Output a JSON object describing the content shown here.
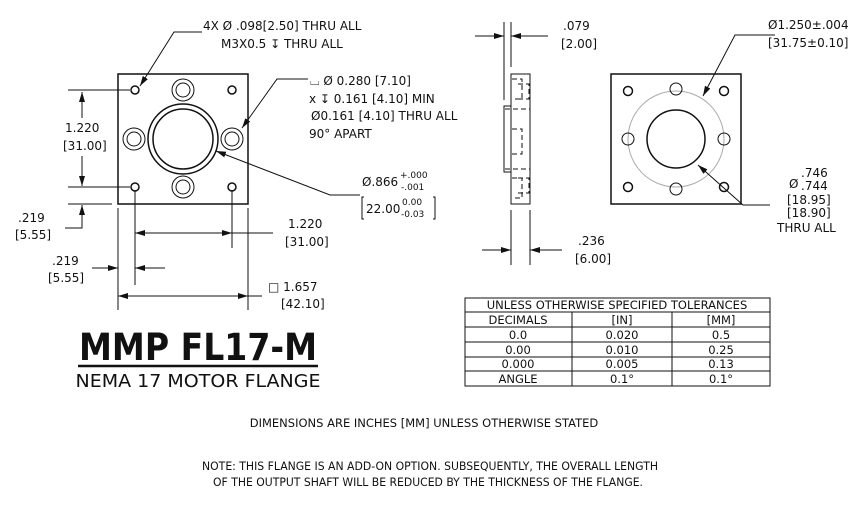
{
  "front_view": {
    "hole_note": [
      "4X Ø .098[2.50] THRU ALL",
      "M3X0.5 ↧ THRU ALL"
    ],
    "cbore_note": [
      "⌴ Ø 0.280 [7.10]",
      "x ↧ 0.161 [4.10] MIN",
      "Ø0.161 [4.10] THRU ALL",
      "90° APART"
    ],
    "pilot_note": {
      "main": "Ø.866",
      "tol_in_upper": "+.000",
      "tol_in_lower": "-.001",
      "mm_main": "22.00",
      "tol_mm_upper": "0.00",
      "tol_mm_lower": "-0.03"
    },
    "dim_vertical": {
      "in": "1.220",
      "mm": "[31.00]"
    },
    "dim_offset_v": {
      "in": ".219",
      "mm": "[5.55]"
    },
    "dim_horizontal": {
      "in": "1.220",
      "mm": "[31.00]"
    },
    "dim_offset_h": {
      "in": ".219",
      "mm": "[5.55]"
    },
    "dim_square": {
      "in": "□ 1.657",
      "mm": "[42.10]"
    }
  },
  "side_view": {
    "dim_boss": {
      "in": ".079",
      "mm": "[2.00]"
    },
    "dim_thickness": {
      "in": ".236",
      "mm": "[6.00]"
    }
  },
  "back_view": {
    "bolt_circle": {
      "in": "Ø1.250±.004",
      "mm": "[31.75±0.10]"
    },
    "bore": {
      "prefix": "Ø",
      "upper": ".746",
      "lower": ".744",
      "mm_upper": "[18.95]",
      "mm_lower": "[18.90]",
      "thru": "THRU ALL"
    }
  },
  "title_block": {
    "part_number": "MMP FL17-M",
    "description": "NEMA 17 MOTOR FLANGE"
  },
  "tolerance_table": {
    "title": "UNLESS OTHERWISE SPECIFIED TOLERANCES",
    "headers": [
      "DECIMALS",
      "[IN]",
      "[MM]"
    ],
    "rows": [
      [
        "0.0",
        "0.020",
        "0.5"
      ],
      [
        "0.00",
        "0.010",
        "0.25"
      ],
      [
        "0.000",
        "0.005",
        "0.13"
      ],
      [
        "ANGLE",
        "0.1°",
        "0.1°"
      ]
    ]
  },
  "notes": {
    "units": "DIMENSIONS ARE INCHES [MM] UNLESS OTHERWISE STATED",
    "note_line1": "NOTE: THIS FLANGE IS AN ADD-ON OPTION. SUBSEQUENTLY, THE OVERALL LENGTH",
    "note_line2": "OF THE OUTPUT SHAFT WILL BE REDUCED BY THE THICKNESS OF THE FLANGE."
  }
}
